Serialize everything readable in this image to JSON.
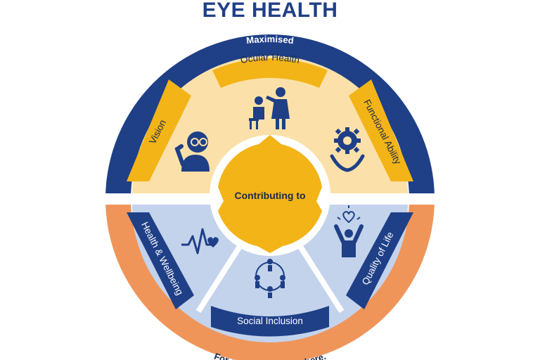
{
  "title": "EYE HEALTH",
  "outer_ring": {
    "top_label": "Maximised",
    "bottom_label": "For everyone, everywhere."
  },
  "center": {
    "label": "Contributing to"
  },
  "segments": [
    {
      "label": "Ocular Health",
      "icon": "eye-exam-icon"
    },
    {
      "label": "Functional Ability",
      "icon": "gear-hands-icon"
    },
    {
      "label": "Vision",
      "icon": "person-glasses-icon"
    },
    {
      "label": "Health & Wellbeing",
      "icon": "heartbeat-icon"
    },
    {
      "label": "Social Inclusion",
      "icon": "people-circle-icon"
    },
    {
      "label": "Quality of Life",
      "icon": "person-joy-icon"
    }
  ],
  "colors": {
    "navy": "#1f3f87",
    "orange": "#f0955a",
    "gold": "#f3b418",
    "cream": "#fbe1a9",
    "light_blue": "#c3d3ec"
  }
}
